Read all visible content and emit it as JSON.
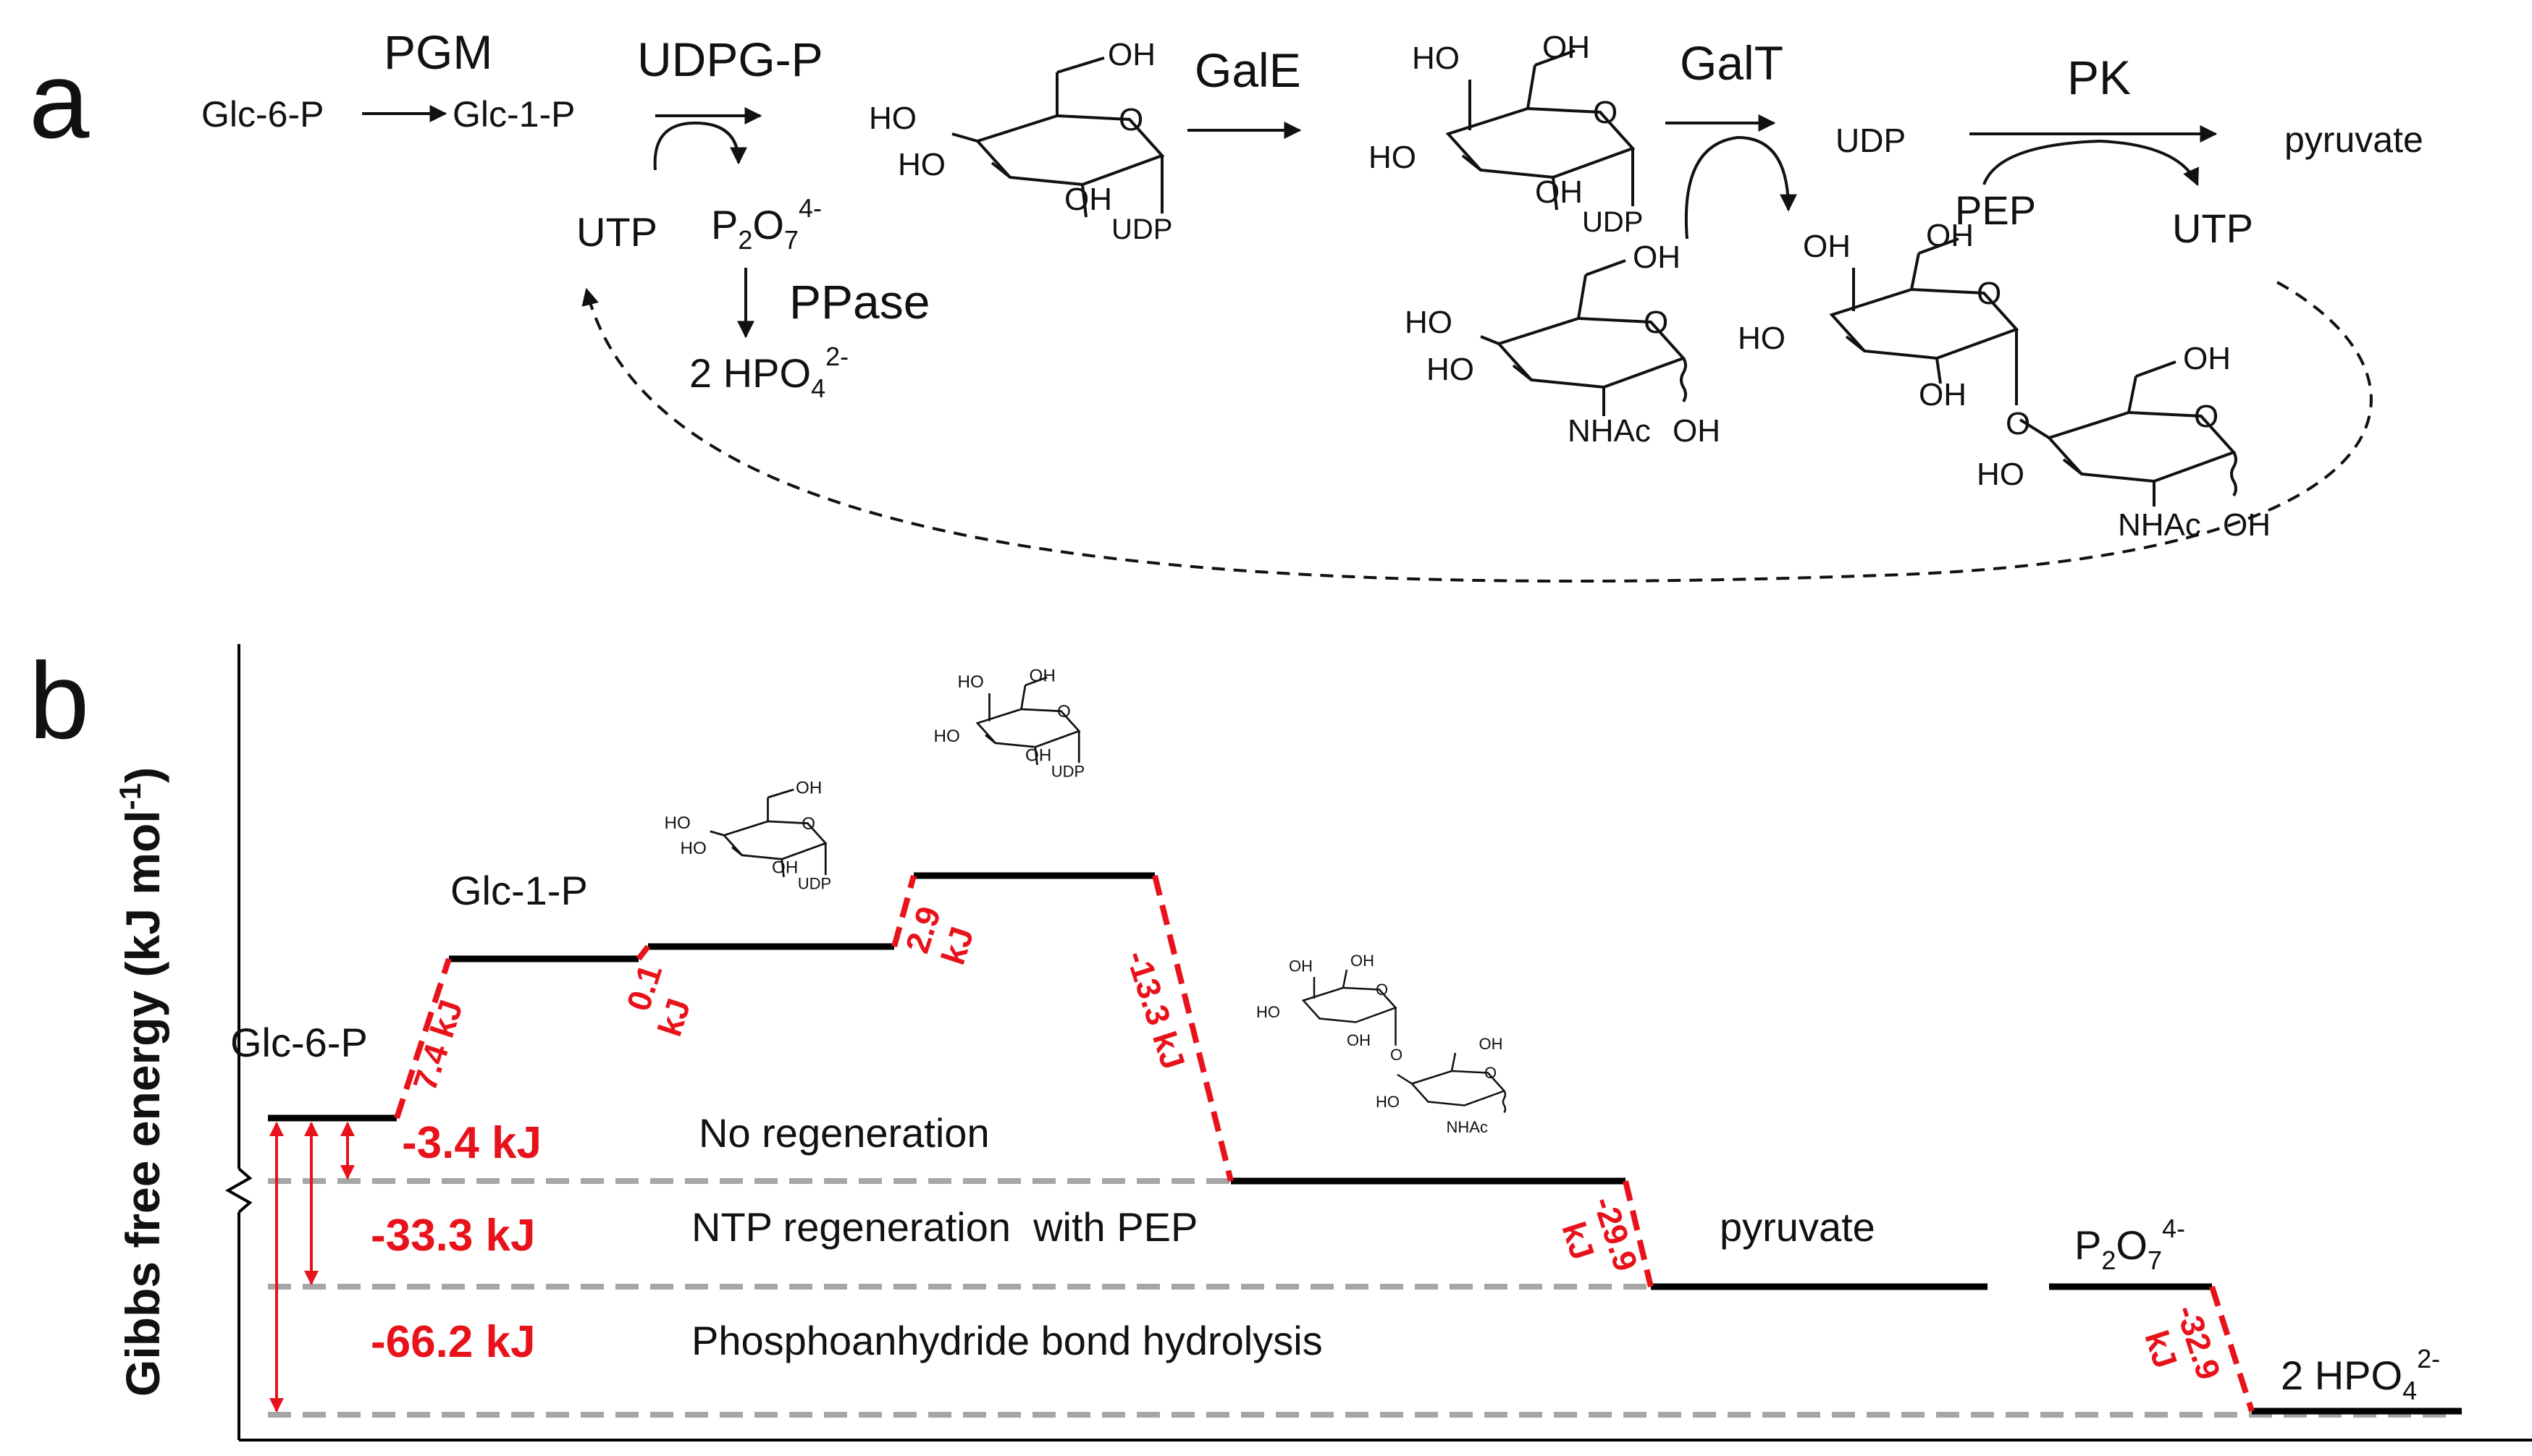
{
  "panel_labels": {
    "a": "a",
    "b": "b"
  },
  "colors": {
    "accent": "#e8121b",
    "level": "#000000",
    "baseline": "#a6a6a6"
  },
  "scheme": {
    "glc6p": "Glc-6-P",
    "glc1p": "Glc-1-P",
    "pgm": "PGM",
    "udpgp": "UDPG-P",
    "gale": "GalE",
    "galt": "GalT",
    "pk": "PK",
    "utp_left": "UTP",
    "ppi_base": "P",
    "ppi_sub": "2",
    "ppi_o": "O",
    "ppi_sub2": "7",
    "ppi_sup": "4-",
    "ppase": "PPase",
    "hpo_base": "2 HPO",
    "hpo_sub": "4",
    "hpo_sup": "2-",
    "udp": "UDP",
    "pep": "PEP",
    "pyruvate": "pyruvate",
    "utp_right": "UTP"
  },
  "molecule": {
    "HO": "HO",
    "OH": "OH",
    "O": "O",
    "UDP": "UDP",
    "NHAc": "NHAc"
  },
  "energy": {
    "ylabel_main": "Gibbs free energy (kJ mol",
    "ylabel_sup": "-1",
    "ylabel_end": ")",
    "glc6p": "Glc-6-P",
    "glc1p": "Glc-1-P",
    "pyruvate": "pyruvate",
    "ppi_base": "P",
    "ppi_sub": "2",
    "ppi_o": "O",
    "ppi_sub2": "7",
    "ppi_sup": "4-",
    "hpo_base": "2 HPO",
    "hpo_sub": "4",
    "hpo_sup": "2-",
    "step1": "7.4 kJ",
    "step2a": "0.1",
    "step2b": "kJ",
    "step3a": "2.9",
    "step3b": "kJ",
    "step4": "-13.3 kJ",
    "step5a": "-29.9",
    "step5b": "kJ",
    "step6a": "-32.9",
    "step6b": "kJ",
    "total1": "-3.4 kJ",
    "total2": "-33.3 kJ",
    "total3": "-66.2 kJ",
    "desc1": "No regeneration",
    "desc2": "NTP regeneration  with PEP",
    "desc3": "Phosphoanhydride bond hydrolysis"
  }
}
